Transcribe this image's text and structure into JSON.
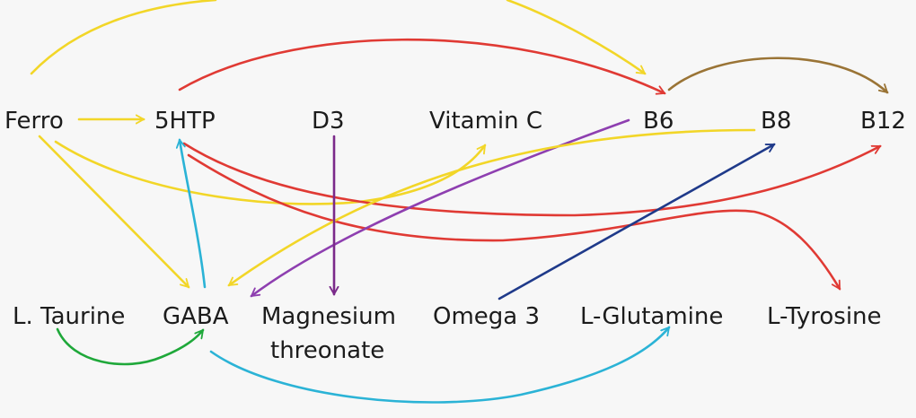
{
  "nodes": {
    "ferro": "Ferro",
    "htp5": "5HTP",
    "d3": "D3",
    "vitamin_c": "Vitamin C",
    "b6": "B6",
    "b8": "B8",
    "b12": "B12",
    "l_taurine": "L. Taurine",
    "gaba": "GABA",
    "magnesium_line1": "Magnesium",
    "magnesium_line2": "threonate",
    "omega3": "Omega 3",
    "l_glutamine": "L-Glutamine",
    "l_tyrosine": "L-Tyrosine"
  },
  "edges": [
    {
      "from": "ferro",
      "to": "htp5",
      "color": "#f2d628"
    },
    {
      "from": "ferro",
      "to": "gaba",
      "color": "#f2d628"
    },
    {
      "from": "ferro",
      "to": "vitamin_c",
      "color": "#f2d628"
    },
    {
      "from": "ferro",
      "to": "b6",
      "color": "#f2d628"
    },
    {
      "from": "htp5",
      "to": "b6",
      "color": "#e03a34"
    },
    {
      "from": "htp5",
      "to": "b12",
      "color": "#e03a34"
    },
    {
      "from": "htp5",
      "to": "l_tyrosine",
      "color": "#e03a34"
    },
    {
      "from": "b6",
      "to": "b12",
      "color": "#9a7436"
    },
    {
      "from": "b6",
      "to": "magnesium",
      "color": "#8e3fb0"
    },
    {
      "from": "b8",
      "to": "gaba",
      "color": "#f2d628"
    },
    {
      "from": "d3",
      "to": "magnesium",
      "color": "#7b2a8a"
    },
    {
      "from": "omega3",
      "to": "b8",
      "color": "#1f3a8a"
    },
    {
      "from": "gaba",
      "to": "htp5",
      "color": "#2bb3d6"
    },
    {
      "from": "gaba",
      "to": "l_glutamine",
      "color": "#2bb3d6"
    },
    {
      "from": "l_taurine",
      "to": "gaba",
      "color": "#1fa83a"
    }
  ]
}
